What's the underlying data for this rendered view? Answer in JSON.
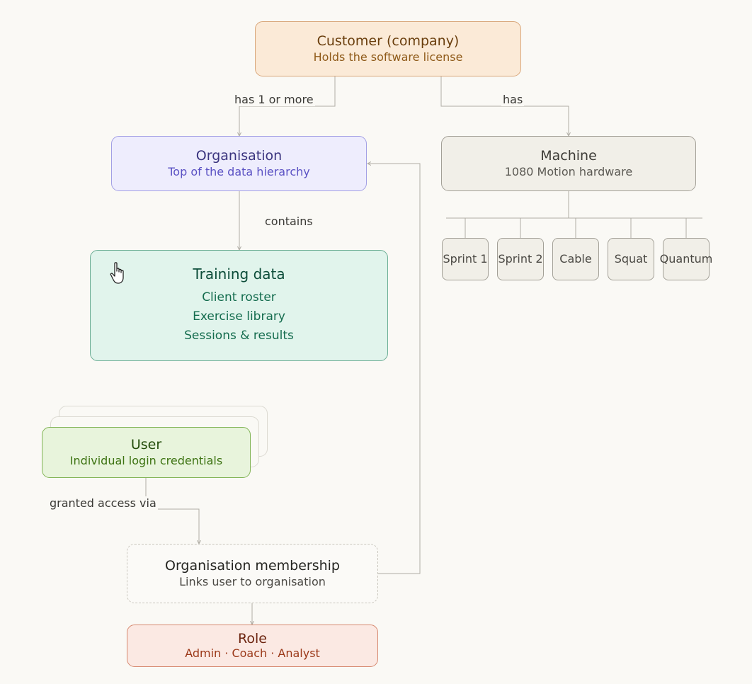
{
  "customer": {
    "title": "Customer (company)",
    "subtitle": "Holds the software license"
  },
  "organisation": {
    "title": "Organisation",
    "subtitle": "Top of the data hierarchy"
  },
  "machine": {
    "title": "Machine",
    "subtitle": "1080 Motion hardware",
    "variants": [
      "Sprint 1",
      "Sprint 2",
      "Cable",
      "Squat",
      "Quantum"
    ]
  },
  "training_data": {
    "title": "Training data",
    "items": [
      "Client roster",
      "Exercise library",
      "Sessions & results"
    ]
  },
  "user": {
    "title": "User",
    "subtitle": "Individual login credentials"
  },
  "membership": {
    "title": "Organisation membership",
    "subtitle": "Links user to organisation"
  },
  "role": {
    "title": "Role",
    "subtitle": "Admin · Coach · Analyst"
  },
  "edges": {
    "customer_org": "has 1 or more",
    "customer_machine": "has",
    "org_training": "contains",
    "user_membership": "granted access via"
  },
  "colors": {
    "customer": "#fbead7",
    "organisation": "#eeedfd",
    "machine": "#f1efe8",
    "training": "#e1f4ec",
    "user": "#e8f4dc",
    "role": "#fbe9e3"
  }
}
